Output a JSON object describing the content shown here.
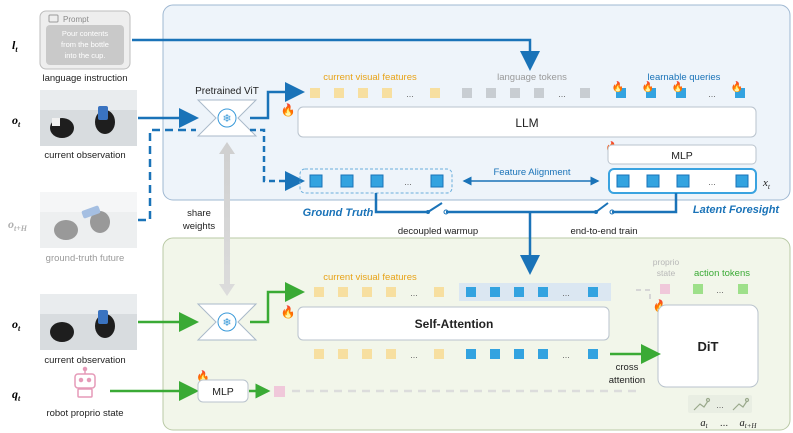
{
  "left": {
    "prompt_header": "Prompt",
    "prompt_text": [
      "Pour contents",
      "from the bottle",
      "into the cup."
    ],
    "lt": "l",
    "lt_sub": "t",
    "language_instruction": "language instruction",
    "ot": "o",
    "ot_sub": "t",
    "current_observation": "current observation",
    "oth": "o",
    "oth_sub": "t+H",
    "ground_truth_future": "ground-truth future",
    "ot2": "o",
    "ot2_sub": "t",
    "current_observation_2": "current observation",
    "qt": "q",
    "qt_sub": "t",
    "robot_proprio_state": "robot proprio state"
  },
  "top": {
    "pretrained_vit": "Pretrained ViT",
    "current_visual_features": "current visual features",
    "language_tokens": "language tokens",
    "learnable_queries": "learnable queries",
    "llm": "LLM",
    "mlp": "MLP",
    "feature_alignment": "Feature Alignment",
    "xt": "x",
    "xt_sub": "t",
    "ground_truth": "Ground Truth",
    "latent_foresight": "Latent Foresight",
    "decoupled_warmup": "decoupled warmup",
    "end_to_end_train": "end-to-end train",
    "ellipsis": "..."
  },
  "middle": {
    "share": "share",
    "weights": "weights"
  },
  "bottom": {
    "current_visual_features": "current visual features",
    "proprio": "proprio",
    "state": "state",
    "action_tokens": "action tokens",
    "self_attention": "Self-Attention",
    "dit": "DiT",
    "cross": "cross",
    "attention": "attention",
    "mlp": "MLP",
    "at": "a",
    "at_sub": "t",
    "ath": "a",
    "ath_sub": "t+H",
    "ellipsis": "..."
  },
  "colors": {
    "top_panel_bg": "#eef4fa",
    "top_panel_border": "#9fb8d2",
    "bottom_panel_bg": "#f2f6ea",
    "bottom_panel_border": "#b9c9a5",
    "blue": "#1a73b8",
    "blue_token": "#33a3e0",
    "green": "#3aaa35",
    "yellow_token": "#f7dfa0",
    "gray_token": "#c8cdd2",
    "pink_token": "#f0c8da",
    "green_token": "#9ee08a",
    "orange_label": "#e8a317",
    "pink_robot": "#e59ab8"
  }
}
